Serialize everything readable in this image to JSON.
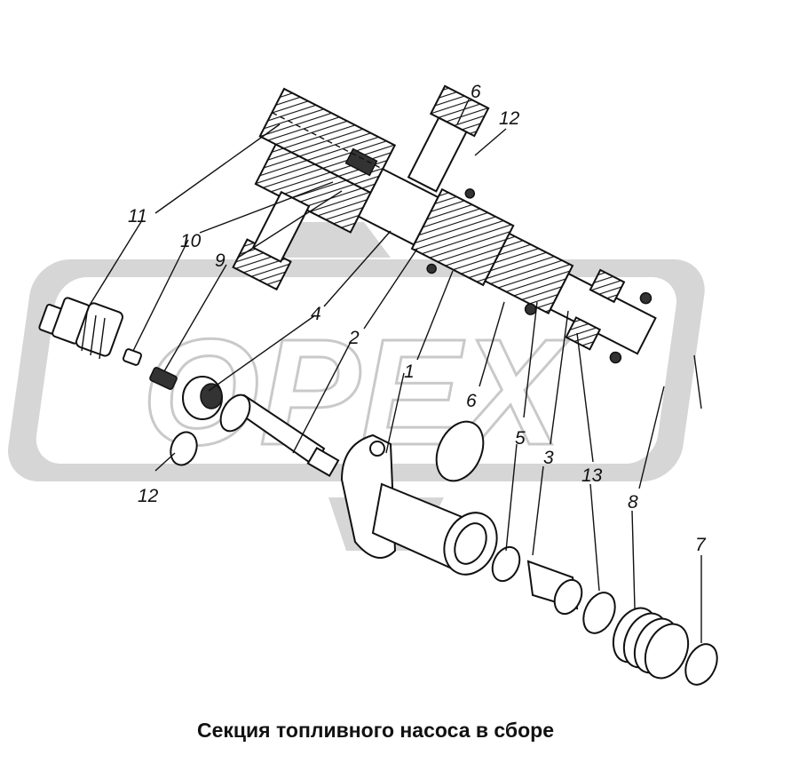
{
  "caption": "Секция топливного насоса в сборе",
  "watermark": {
    "text": "ОРЕХ",
    "color": "#d6d6d6"
  },
  "callouts": [
    {
      "id": "11",
      "text": "11"
    },
    {
      "id": "10",
      "text": "10"
    },
    {
      "id": "9",
      "text": "9"
    },
    {
      "id": "4",
      "text": "4"
    },
    {
      "id": "2",
      "text": "2"
    },
    {
      "id": "1",
      "text": "1"
    },
    {
      "id": "6a",
      "text": "6"
    },
    {
      "id": "12a",
      "text": "12"
    },
    {
      "id": "6b",
      "text": "6"
    },
    {
      "id": "5",
      "text": "5"
    },
    {
      "id": "3",
      "text": "3"
    },
    {
      "id": "13",
      "text": "13"
    },
    {
      "id": "8",
      "text": "8"
    },
    {
      "id": "7",
      "text": "7"
    },
    {
      "id": "12b",
      "text": "12"
    }
  ]
}
